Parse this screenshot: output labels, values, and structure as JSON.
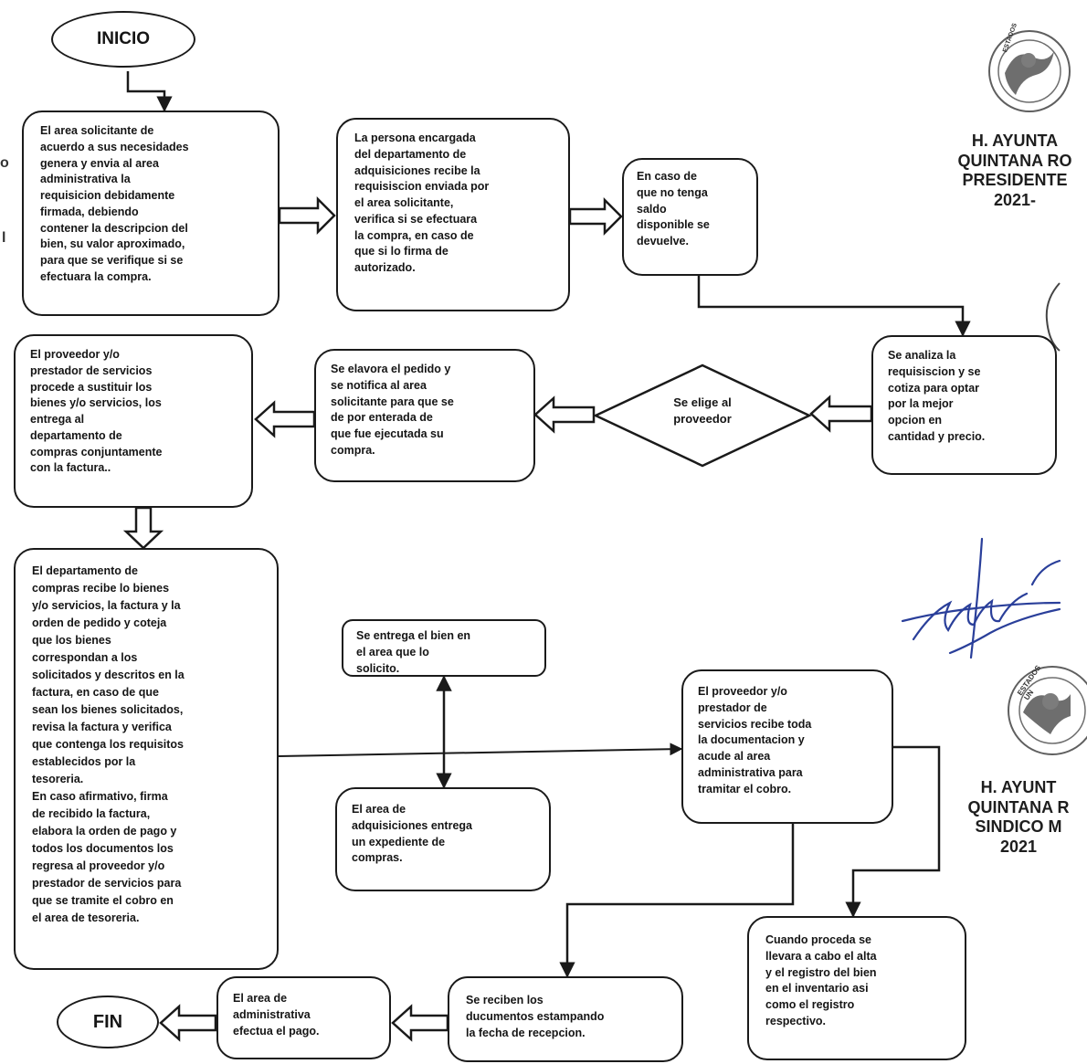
{
  "terminals": {
    "start": "INICIO",
    "end": "FIN"
  },
  "steps": {
    "s1": "El area solicitante de\nacuerdo a sus necesidades\ngenera y envia al area\nadministrativa la\nrequisicion debidamente\nfirmada, debiendo\ncontener la descripcion del\nbien, su valor aproximado,\npara que se verifique si se\nefectuara la compra.",
    "s2": "La persona encargada\ndel departamento de\nadquisiciones recibe la\nrequisiscion enviada por\nel area solicitante,\nverifica si se efectuara\nla compra, en caso de\nque si lo firma de\nautorizado.",
    "s3": "En caso de\nque no tenga\nsaldo\ndisponible se\ndevuelve.",
    "s4": "Se analiza la\nrequisiscion y se\ncotiza para optar\npor la mejor\nopcion en\ncantidad y precio.",
    "s5": "Se elavora el pedido y\nse notifica al area\nsolicitante para que se\nde por enterada de\nque fue ejecutada su\ncompra.",
    "s6": "El proveedor y/o\nprestador de servicios\nprocede a sustituir los\nbienes y/o servicios, los\nentrega al\ndepartamento de\ncompras conjuntamente\ncon la factura..",
    "s7": "El departamento de\ncompras recibe lo bienes\ny/o servicios, la factura y la\norden de pedido y coteja\nque los bienes\ncorrespondan a los\nsolicitados y descritos en la\nfactura, en caso de que\nsean los bienes solicitados,\nrevisa la factura y verifica\nque contenga los requisitos\nestablecidos por la\ntesoreria.\nEn caso afirmativo, firma\nde recibido la factura,\nelabora la orden de pago y\ntodos los documentos los\nregresa al proveedor y/o\nprestador de servicios para\nque se tramite el cobro en\nel area de tesoreria.",
    "s8": "Se entrega el bien en\nel area que lo\nsolicito.",
    "s9": "El area de\nadquisiciones entrega\nun expediente de\ncompras.",
    "s10": "El proveedor y/o\nprestador de\nservicios recibe toda\nla documentacion y\nacude al area\nadministrativa para\ntramitar el cobro.",
    "s11": "Cuando proceda se\nllevara a cabo el alta\ny el registro del bien\nen el inventario asi\ncomo el registro\nrespectivo.",
    "s12": "Se reciben los\nducumentos estampando\nla fecha de recepcion.",
    "s13": "El area de\nadministrativa\nefectua el pago."
  },
  "decision": "Se elige al\nproveedor",
  "stamp_top": "H. AYUNTA\nQUINTANA RO\nPRESIDENTE\n2021-",
  "stamp_bottom": "H. AYUNT\nQUINTANA R\nSINDICO M\n2021",
  "seal_text_top": "ESTADOS",
  "seal_text_bottom": "ESTADOS UN",
  "edge_fragment_1": "o",
  "edge_fragment_2": "l",
  "colors": {
    "ink": "#1a1a1a",
    "signature": "#2a3f9a",
    "seal": "#4a4a4a"
  }
}
